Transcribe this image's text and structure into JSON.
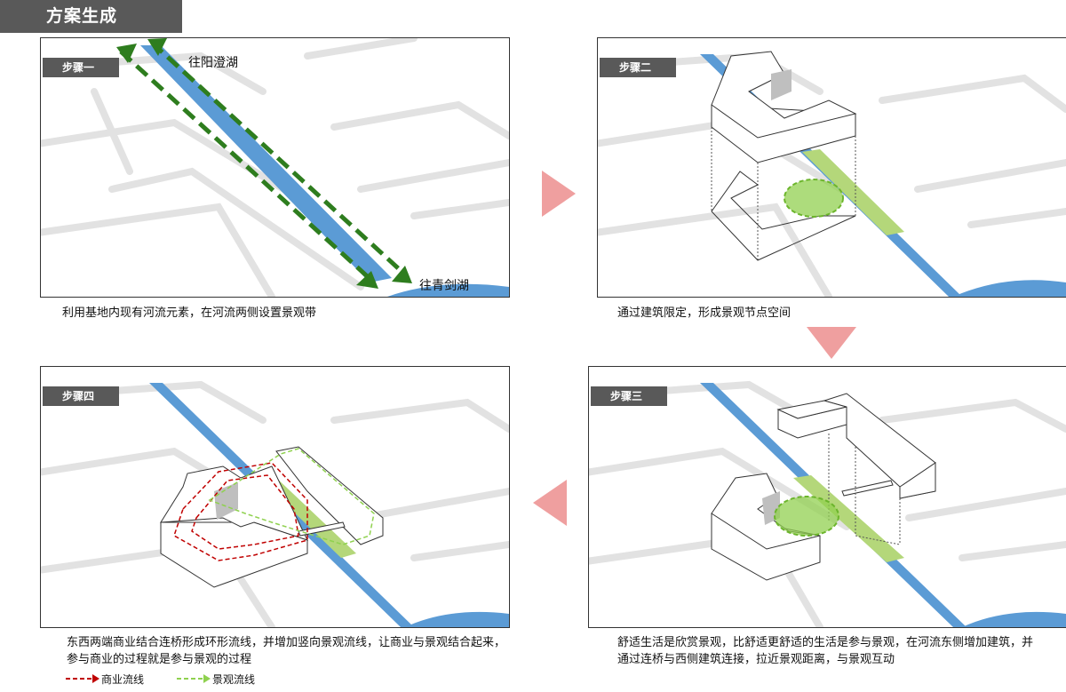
{
  "header": {
    "title": "方案生成"
  },
  "steps": [
    {
      "tag": "步骤一",
      "caption": "利用基地内现有河流元素，在河流两侧设置景观带",
      "labels": {
        "north": "往阳澄湖",
        "south": "往青剑湖"
      }
    },
    {
      "tag": "步骤二",
      "caption": "通过建筑限定，形成景观节点空间"
    },
    {
      "tag": "步骤三",
      "caption": "舒适生活是欣赏景观，比舒适更舒适的生活是参与景观，在河流东侧增加建筑，并通过连桥与西侧建筑连接，拉近景观距离，与景观互动"
    },
    {
      "tag": "步骤四",
      "caption": "东西两端商业结合连桥形成环形流线，并增加竖向景观流线，让商业与景观结合起来，参与商业的过程就是参与景观的过程"
    }
  ],
  "legend": {
    "commercial": "商业流线",
    "landscape": "景观流线"
  },
  "colors": {
    "river": "#5b9bd5",
    "green_band": "#b4d77a",
    "node": "#92d050",
    "commercial": "#c00000",
    "landscape": "#8fd14f",
    "arrow": "#ef9f9f",
    "dark_arrow": "#2e7d1e",
    "tag_bg": "#595959"
  }
}
